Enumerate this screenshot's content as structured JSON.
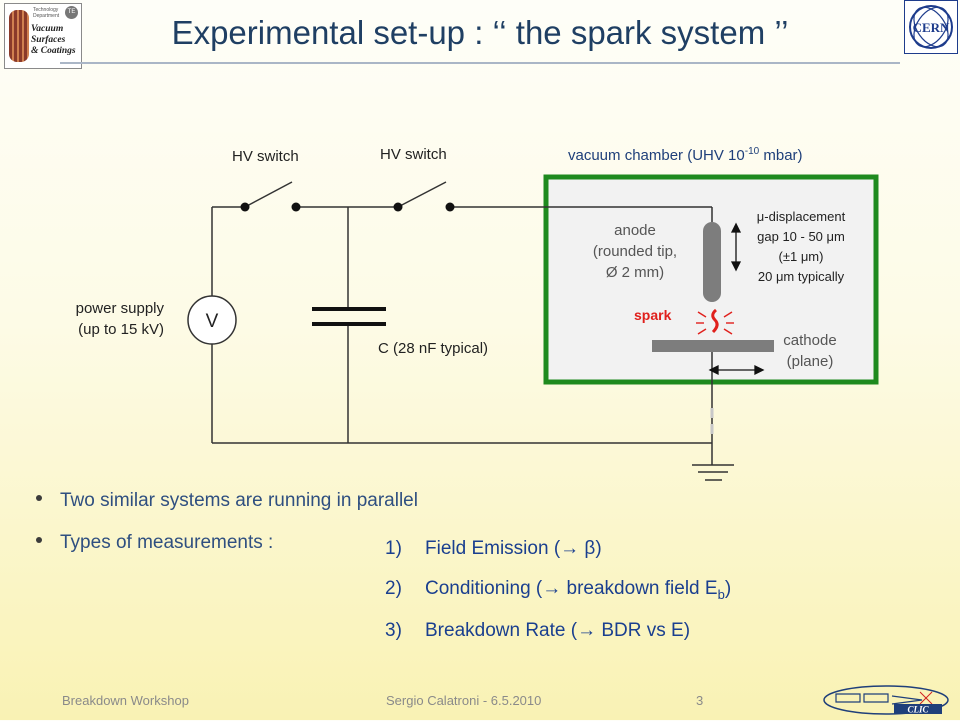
{
  "header": {
    "title": "Experimental set-up : ‘‘ the spark system ’’",
    "left_logo": {
      "badge_text": "Technology Department",
      "words": [
        "Vacuum",
        "Surfaces",
        "&",
        "Coatings"
      ],
      "corner_mark": "TE"
    },
    "right_logo": {
      "text": "CERN"
    }
  },
  "circuit": {
    "hv_switch_left": "HV switch",
    "hv_switch_right": "HV switch",
    "power_supply_line1": "power supply",
    "power_supply_line2": "(up to 15 kV)",
    "voltmeter_symbol": "V",
    "capacitor_label": "C (28 nF typical)",
    "vacuum_chamber_label": "vacuum chamber (UHV 10",
    "vacuum_chamber_exp": "-10",
    "vacuum_chamber_unit": " mbar)",
    "anode_line1": "anode",
    "anode_line2": "(rounded tip,",
    "anode_line3": "Ø 2 mm)",
    "displacement_line1": "μ-displacement",
    "displacement_line2": "gap 10 - 50 μm",
    "displacement_line3": "(±1 μm)",
    "displacement_line4": "20 μm typically",
    "spark_label": "spark",
    "cathode_line1": "cathode",
    "cathode_line2": "(plane)",
    "colors": {
      "chamber_border": "#1e8a1e",
      "chamber_fill": "#f2f2f2",
      "electrode": "#7d7d7d",
      "spark": "#e0201c",
      "wire": "#333333"
    }
  },
  "bullets": [
    "Two similar systems are running in parallel",
    "Types of measurements :"
  ],
  "measurements": [
    {
      "num": "1)",
      "pre": "Field Emission (",
      "arrow": "→",
      "post": " β)"
    },
    {
      "num": "2)",
      "pre": "Conditioning (",
      "arrow": "→",
      "post": " breakdown field E",
      "sub": "b",
      "end": ")"
    },
    {
      "num": "3)",
      "pre": "Breakdown Rate (",
      "arrow": "→",
      "post": " BDR vs E)"
    }
  ],
  "footer": {
    "left": "Breakdown Workshop",
    "center": "Sergio Calatroni - 6.5.2010",
    "page": "3",
    "clic_logo": "CLIC"
  }
}
